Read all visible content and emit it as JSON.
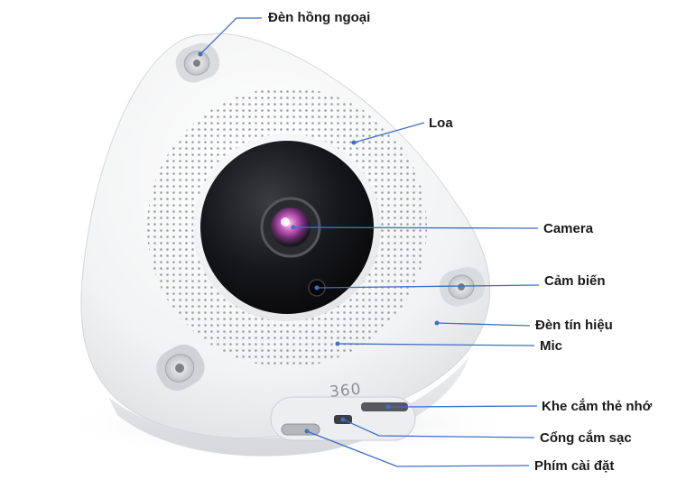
{
  "brand": "360",
  "labels": {
    "infrared": "Đèn hồng ngoại",
    "speaker": "Loa",
    "camera": "Camera",
    "sensor": "Cảm biến",
    "signal_light": "Đèn tín hiệu",
    "mic": "Mic",
    "card_slot": "Khe cắm thẻ nhớ",
    "charging_port": "Cổng cắm sạc",
    "setup_button": "Phím cài đặt"
  },
  "colors": {
    "leader_line": "#3f6fc6",
    "body": "#f6f6f6",
    "lens_face": "#141518"
  }
}
